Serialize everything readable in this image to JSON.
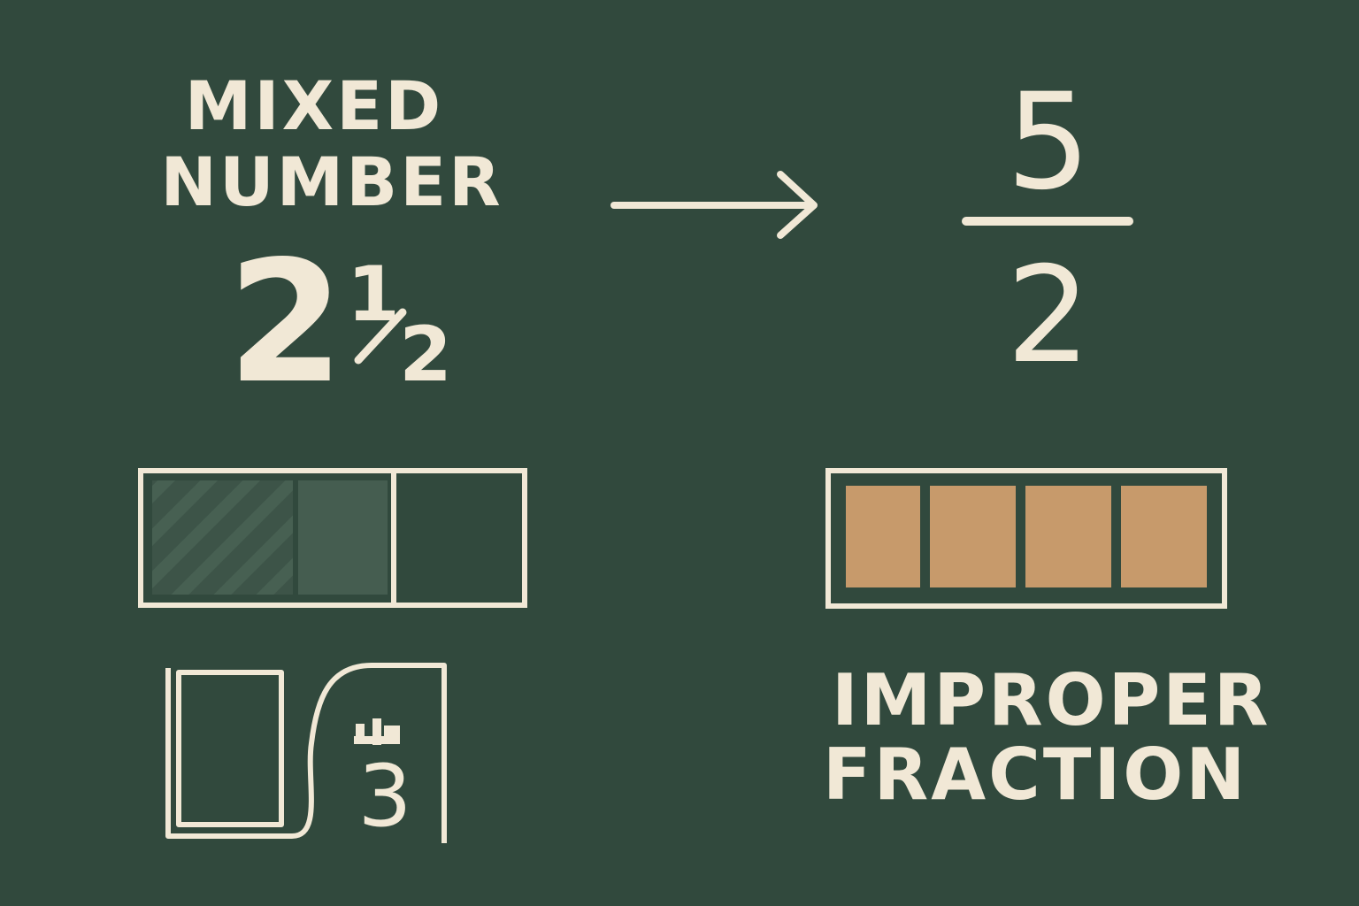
{
  "mixed": {
    "title_line1": "MIXED",
    "title_line2": "NUMBER",
    "whole": "2",
    "numerator": "1",
    "denominator": "2"
  },
  "improper": {
    "numerator": "5",
    "denominator": "2",
    "title_line1": "IMPROPER",
    "title_line2": "FRACTION"
  },
  "small_fraction": {
    "denominator": "3"
  },
  "colors": {
    "background": "#31493d",
    "ink": "#f1e8d6",
    "shaded_part": "#445c4f",
    "filled_block": "#c79a6b"
  },
  "icons": {
    "arrow": "arrow-right-icon"
  }
}
